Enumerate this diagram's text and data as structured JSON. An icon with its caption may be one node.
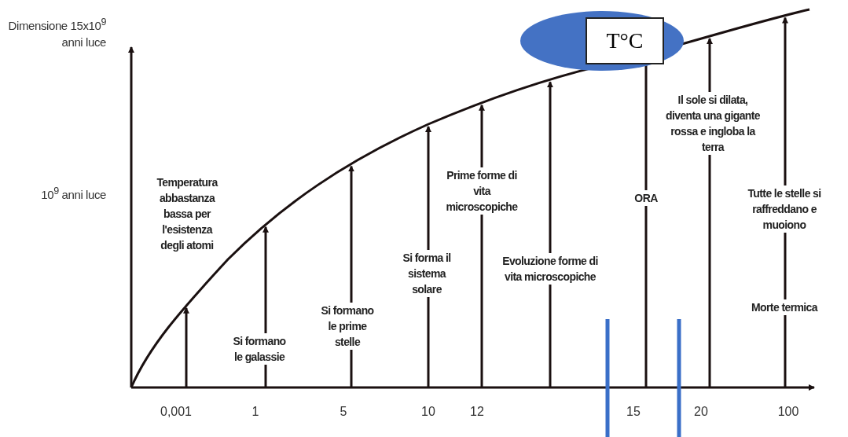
{
  "diagram": {
    "nodes": [
      {
        "text": [
          "T°C"
        ]
      }
    ],
    "labels": [
      "Dimensione 15x10$^{9}$ anni luce",
      "10$^{9}$ anni luce",
      "Temperatura abbastanza bassa per l'esistenza degli atomi",
      "Si formano le galassie",
      "Si formano le prime stelle",
      "Si forma il sistema solare",
      "Prime forme di vita microscopiche",
      "Evoluzione forme di vita microscopiche",
      "ORA",
      "Il sole si dilata, diventa una gigante rossa e ingloba la terra",
      "Tutte le stelle si raffreddano e muoiono",
      "Morte termica",
      "0,001",
      "1",
      "5",
      "10",
      "12",
      "15",
      "20",
      "100"
    ]
  }
}
